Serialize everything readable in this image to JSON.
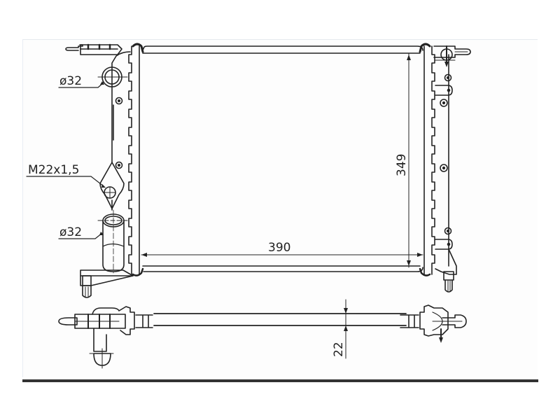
{
  "drawing": {
    "subject": "Radiator technical drawing",
    "line_color": "#222222",
    "background": "#ffffff",
    "front_view": {
      "dimensions": {
        "width": "390",
        "height": "349"
      },
      "callouts": {
        "upper_inlet": "ø32",
        "drain_thread": "M22x1,5",
        "lower_outlet": "ø32"
      }
    },
    "top_view": {
      "dimensions": {
        "depth": "22"
      }
    }
  }
}
